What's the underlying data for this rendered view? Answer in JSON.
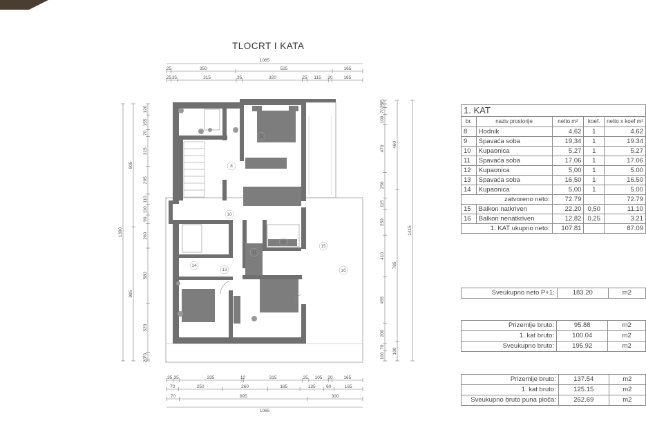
{
  "title": "TLOCRT I KATA",
  "dims": {
    "top_total": "1065",
    "top_row1": [
      "25",
      "350",
      "525",
      "165"
    ],
    "top_row2": [
      "25",
      "35",
      "315",
      "35",
      "320",
      "25",
      "115",
      "20",
      "165"
    ],
    "left_outer": [
      "1390"
    ],
    "left_mid": [
      "905",
      "985"
    ],
    "left_inner": [
      "120",
      "155",
      "70",
      "315",
      "295",
      "110",
      "110",
      "90",
      "260",
      "580",
      "520",
      "70",
      "20"
    ],
    "right_inner": [
      "35",
      "35",
      "70",
      "100",
      "470",
      "250",
      "115",
      "250",
      "410",
      "455",
      "200",
      "70",
      "100"
    ],
    "right_mid": [
      "460",
      "785",
      "100"
    ],
    "right_outer": [
      "1415"
    ],
    "bottom_row1": [
      "35",
      "35",
      "335",
      "10",
      "315",
      "35",
      "105",
      "20",
      "165"
    ],
    "bottom_row2": [
      "70",
      "250",
      "260",
      "185",
      "135",
      "60",
      "165"
    ],
    "bottom_row3": [
      "70",
      "695",
      "300"
    ],
    "bottom_total": "1065"
  },
  "rooms": [
    "8",
    "9",
    "10",
    "11",
    "12",
    "13",
    "14",
    "15",
    "16"
  ],
  "room_table": {
    "heading": "1. KAT",
    "col_headers": [
      "br.",
      "naziv prostorije",
      "netto m²",
      "koef.",
      "netto x koef m²"
    ],
    "rows": [
      [
        "8",
        "Hodnik",
        "4,62",
        "1",
        "4.62"
      ],
      [
        "9",
        "Spavaća soba",
        "19,34",
        "1",
        "19.34"
      ],
      [
        "10",
        "Kupaonica",
        "5,27",
        "1",
        "5.27"
      ],
      [
        "11",
        "Spavaća soba",
        "17,06",
        "1",
        "17.06"
      ],
      [
        "12",
        "Kupaonica",
        "5,00",
        "1",
        "5.00"
      ],
      [
        "13",
        "Spavaća soba",
        "16,50",
        "1",
        "16.50"
      ],
      [
        "14",
        "Kupaonica",
        "5,00",
        "1",
        "5.00"
      ]
    ],
    "closed_net": {
      "label": "zatvoreno neto:",
      "netto": "72.79",
      "total": "72.79"
    },
    "balconies": [
      [
        "15",
        "Balkon natkriven",
        "22,20",
        "0,50",
        "11.10"
      ],
      [
        "16",
        "Balkon nenatkriven",
        "12,82",
        "0,25",
        "3.21"
      ]
    ],
    "total_net": {
      "label": "1. KAT ukupno neto:",
      "netto": "107.81",
      "total": "87.09"
    }
  },
  "summary1": [
    {
      "label": "Sveukupno neto P+1:",
      "value": "183.20",
      "unit": "m2"
    }
  ],
  "summary2": [
    {
      "label": "Prizemlje bruto:",
      "value": "95.88",
      "unit": "m2"
    },
    {
      "label": "1. kat bruto:",
      "value": "100.04",
      "unit": "m2"
    },
    {
      "label": "Sveukupno bruto:",
      "value": "195.92",
      "unit": "m2"
    }
  ],
  "summary3": [
    {
      "label": "Prizemlje bruto:",
      "value": "137.54",
      "unit": "m2"
    },
    {
      "label": "1. kat bruto:",
      "value": "125.15",
      "unit": "m2"
    },
    {
      "label": "Sveukupno bruto puna ploča:",
      "value": "262.69",
      "unit": "m2"
    }
  ],
  "colors": {
    "wall": "#6f6f6f",
    "furniture": "#7d7d7d",
    "line": "#555555",
    "accent": "#d9a441"
  }
}
